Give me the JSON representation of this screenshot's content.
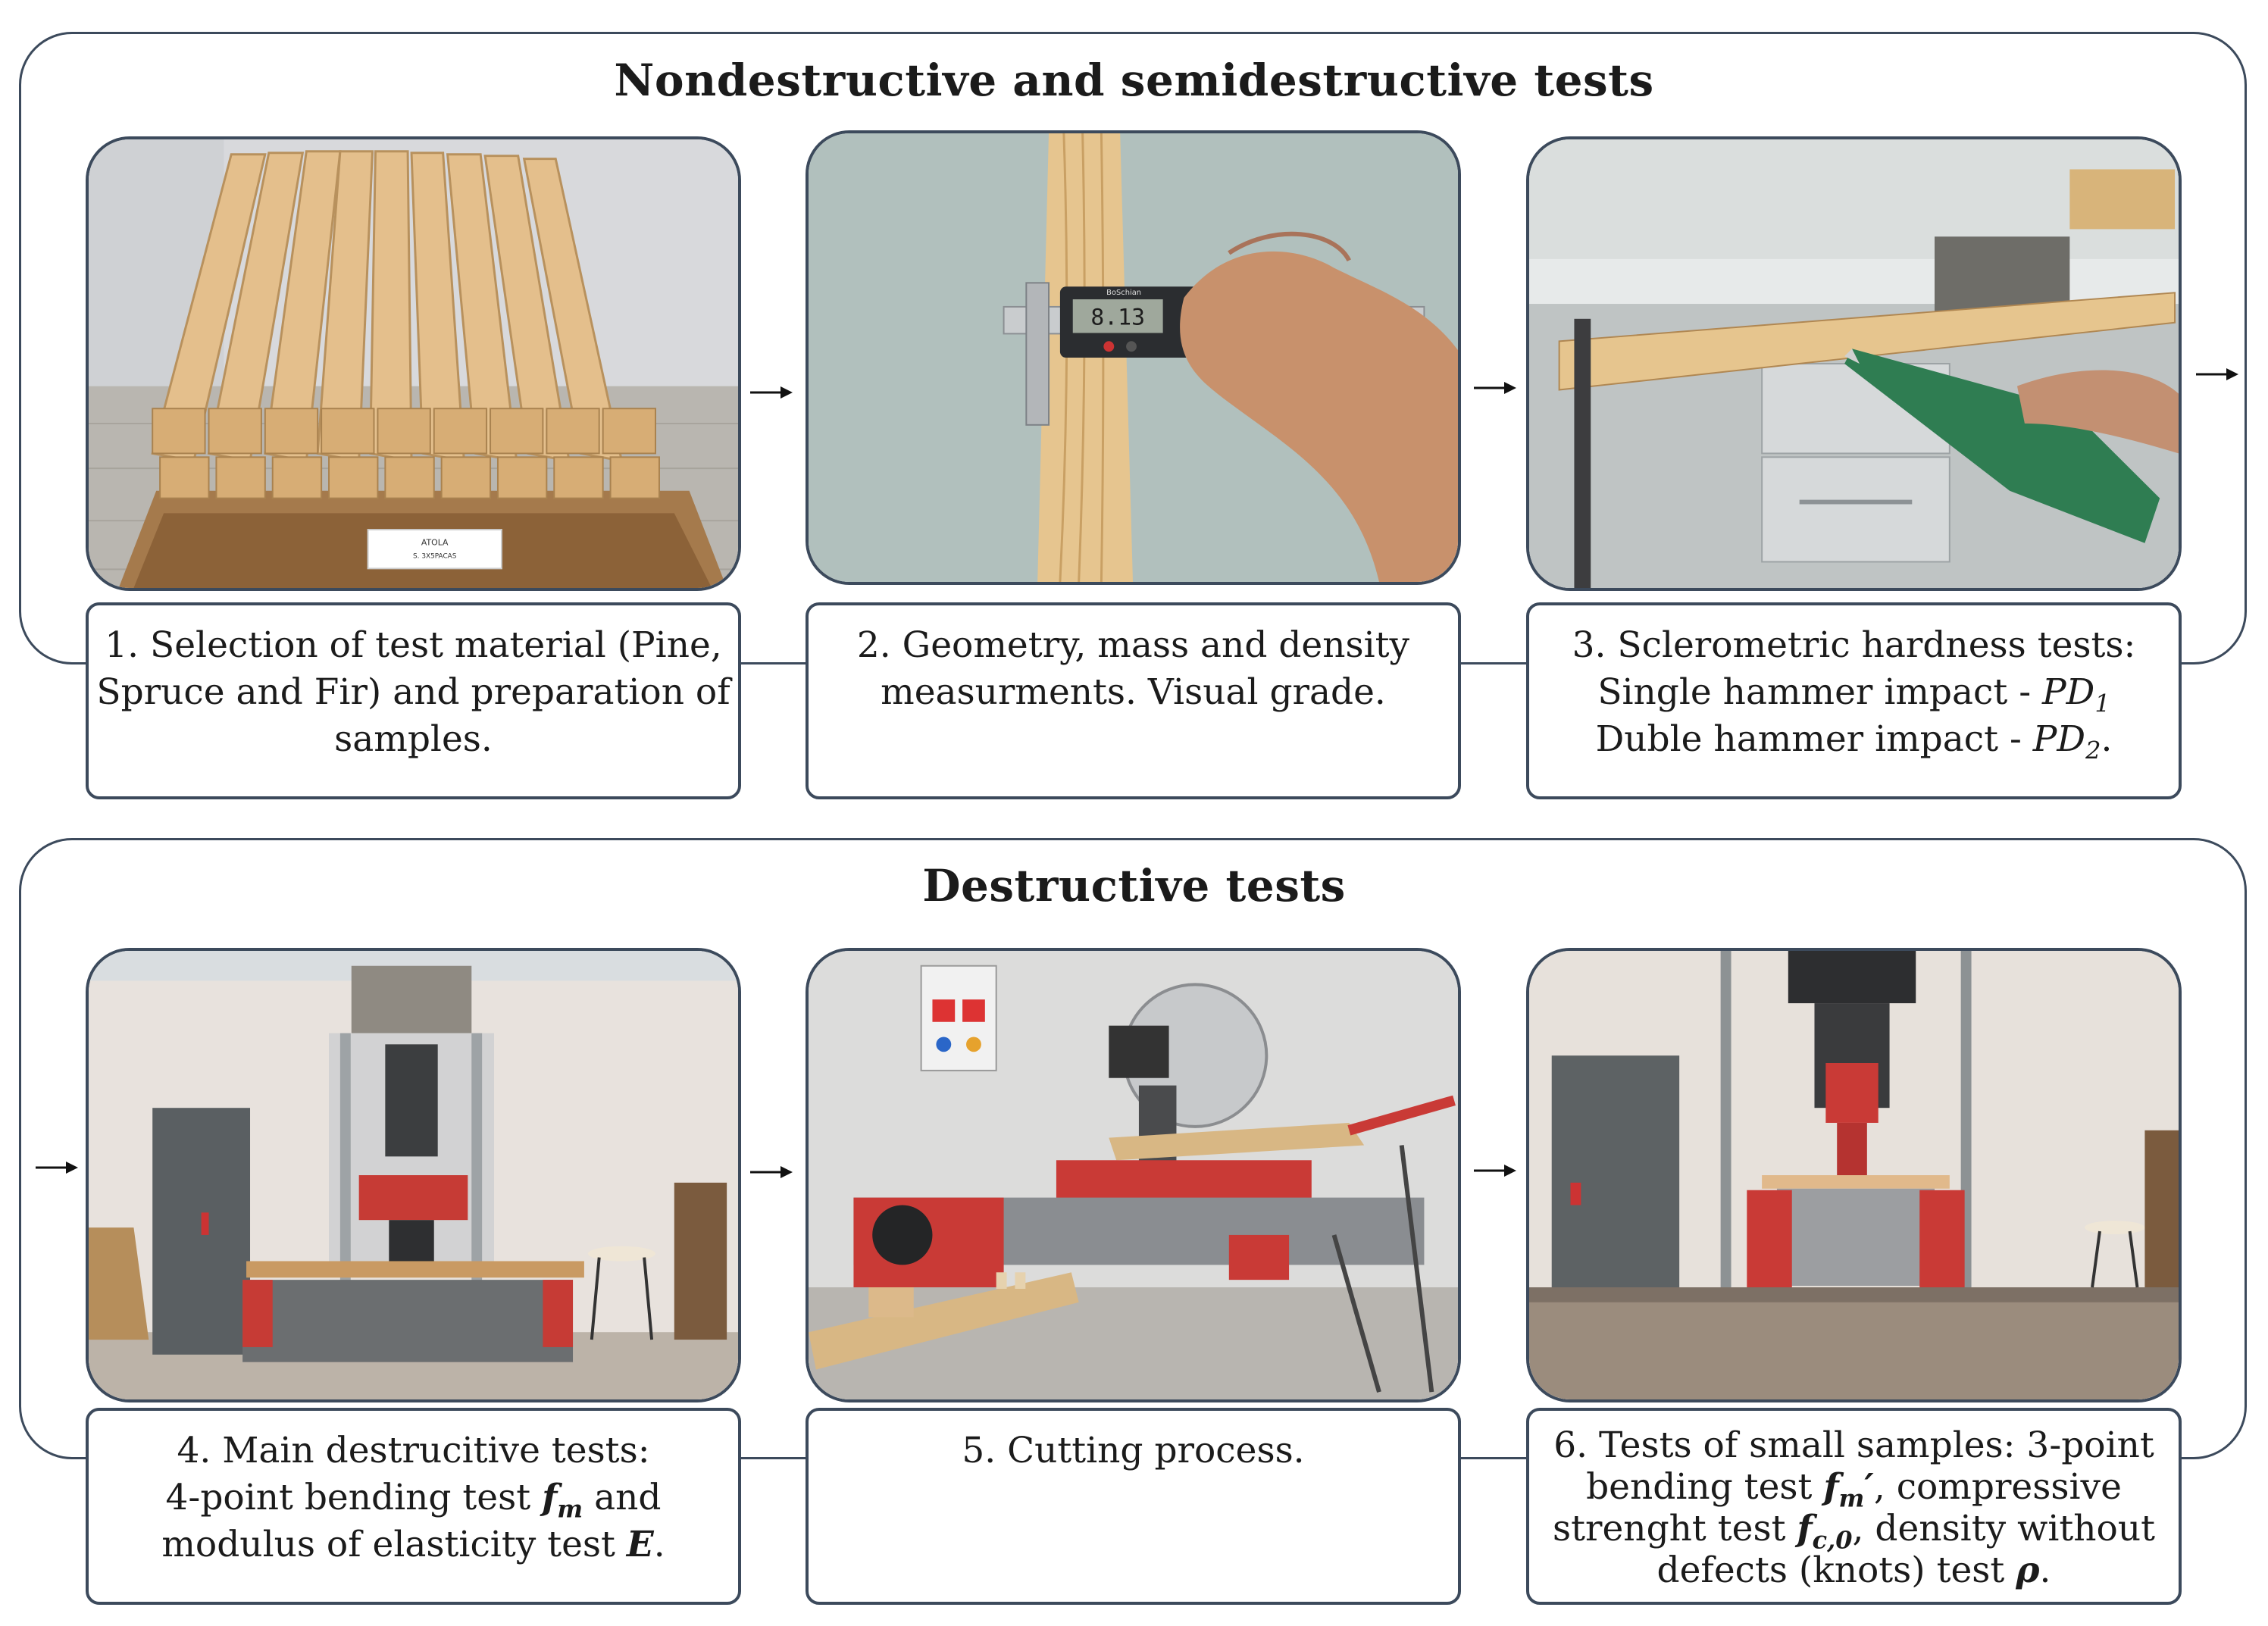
{
  "sections": [
    {
      "title": "Nondestructive and semidestructive tests",
      "steps": [
        {
          "lines": [
            "1. Selection of test material (Pine,",
            "Spruce and Fir) and preparation of",
            "samples."
          ],
          "photo_label": [
            "ATOLA",
            "S. 3X5PACAS"
          ]
        },
        {
          "lines": [
            "2. Geometry, mass and density",
            "measurments. Visual grade."
          ],
          "caliper_reading": "8.13",
          "caliper_brand": "BoSchian"
        },
        {
          "lines": [
            "3. Sclerometric hardness tests:"
          ],
          "line2_text": "Single hammer impact - ",
          "line2_sym": "PD",
          "line2_sub": "1",
          "line3_text": "Duble hammer impact - ",
          "line3_sym": "PD",
          "line3_sub": "2",
          "line3_end": "."
        }
      ]
    },
    {
      "title": "Destructive tests",
      "steps": [
        {
          "line1": "4. Main destrucitive tests:",
          "line2_text": "4-point bending test ",
          "line2_sym": "f",
          "line2_sub": "m",
          "line2_end": " and",
          "line3_text": "modulus of elasticity test ",
          "line3_sym": "E",
          "line3_end": "."
        },
        {
          "lines": [
            "5. Cutting process."
          ]
        },
        {
          "line1": "6. Tests of small samples: 3-point",
          "line2_text": "bending test ",
          "line2_sym": "f",
          "line2_sub": "m",
          "line2_prime": "′",
          "line2_end": ", compressive",
          "line3_text": "strenght test ",
          "line3_sym": "f",
          "line3_sub": "c,0",
          "line3_end": ", density without",
          "line4_text": "defects (knots) test ",
          "line4_sym": "ρ",
          "line4_end": "."
        }
      ]
    }
  ],
  "colors": {
    "border": "#3c4a5c",
    "arrow": "#111111"
  }
}
